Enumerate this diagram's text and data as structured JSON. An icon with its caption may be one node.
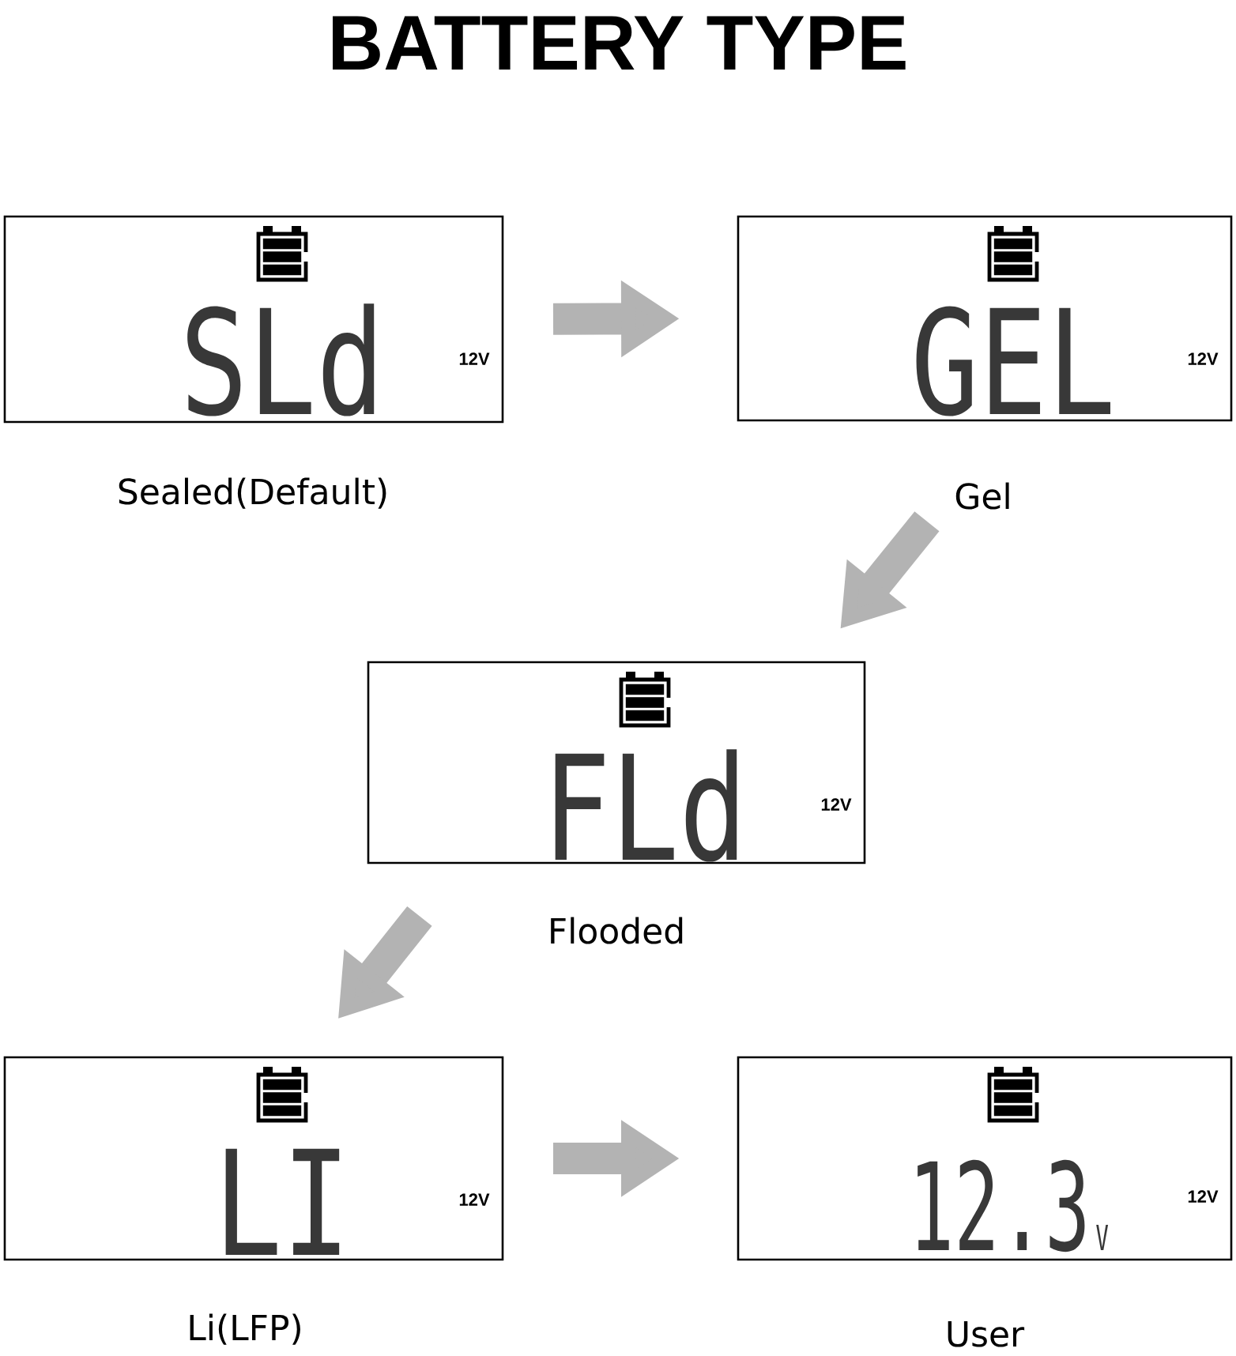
{
  "diagram": {
    "title": "BATTERY TYPE",
    "nodes": [
      {
        "text": [
          "SLd",
          "12V"
        ],
        "beside": [
          "Sealed(Default)"
        ]
      },
      {
        "text": [
          "GEL",
          "12V"
        ],
        "beside": [
          "Gel"
        ]
      },
      {
        "text": [
          "FLd",
          "12V"
        ],
        "beside": [
          "Flooded"
        ]
      },
      {
        "text": [
          "LI",
          "12V"
        ],
        "beside": [
          "Li(LFP)"
        ]
      },
      {
        "text": [
          "12.3",
          "V",
          "12V"
        ],
        "beside": [
          "User"
        ]
      }
    ],
    "edges": [
      {
        "from": 0,
        "to": 1,
        "arrow": "to"
      },
      {
        "from": 1,
        "to": 2,
        "arrow": "to"
      },
      {
        "from": 2,
        "to": 3,
        "arrow": "to"
      },
      {
        "from": 3,
        "to": 4,
        "arrow": "to"
      }
    ]
  }
}
